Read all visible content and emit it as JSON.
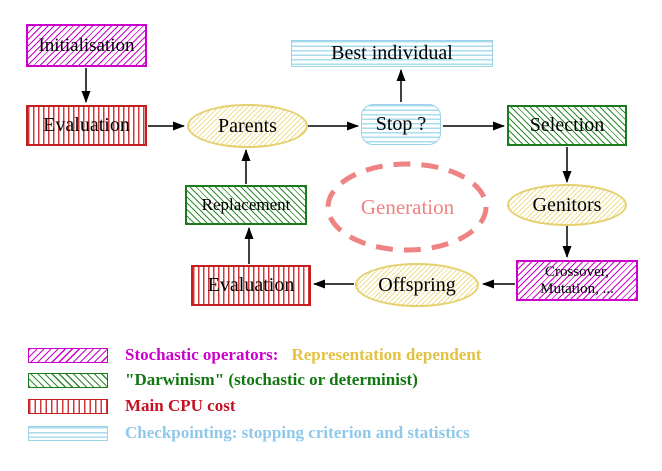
{
  "diagram": {
    "title_semantic": "Evolutionary algorithm generation loop",
    "nodes": {
      "initialisation": {
        "label": "Initialisation",
        "style": "magenta-diagonal-hatch"
      },
      "evaluation_top": {
        "label": "Evaluation",
        "style": "red-vertical-lines"
      },
      "parents": {
        "label": "Parents",
        "style": "yellow-diagonal-hatch-ellipse"
      },
      "best_individual": {
        "label": "Best individual",
        "style": "cyan-horizontal-lines"
      },
      "stop": {
        "label": "Stop ?",
        "style": "cyan-horizontal-lines-rounded"
      },
      "selection": {
        "label": "Selection",
        "style": "green-diagonal-hatch"
      },
      "replacement": {
        "label": "Replacement",
        "style": "green-diagonal-hatch"
      },
      "generation": {
        "label": "Generation",
        "style": "salmon-dashed-ellipse"
      },
      "genitors": {
        "label": "Genitors",
        "style": "yellow-diagonal-hatch-ellipse"
      },
      "crossover_mutation": {
        "line1": "Crossover,",
        "line2": "Mutation, ...",
        "style": "magenta-diagonal-hatch"
      },
      "evaluation_bottom": {
        "label": "Evaluation",
        "style": "red-vertical-lines"
      },
      "offspring": {
        "label": "Offspring",
        "style": "yellow-diagonal-hatch-ellipse"
      }
    },
    "edges": [
      "initialisation->evaluation_top",
      "evaluation_top->parents",
      "parents->stop",
      "stop->best_individual",
      "stop->selection",
      "selection->genitors",
      "genitors->crossover_mutation",
      "crossover_mutation->offspring",
      "offspring->evaluation_bottom",
      "evaluation_bottom->replacement",
      "replacement->parents"
    ],
    "legend": [
      {
        "swatch": "magenta-diagonal-hatch",
        "text": "Stochastic operators:",
        "text2": "Representation dependent"
      },
      {
        "swatch": "green-diagonal-hatch",
        "text": "\"Darwinism\" (stochastic or determinist)"
      },
      {
        "swatch": "red-vertical-lines",
        "text": "Main CPU cost"
      },
      {
        "swatch": "cyan-horizontal-lines",
        "text": "Checkpointing: stopping criterion and statistics"
      }
    ],
    "colors": {
      "magenta": "#cc00cc",
      "gold": "#e3c243",
      "green": "#1b7a1b",
      "red": "#c41e1e",
      "light_blue": "#9cd2e6",
      "khaki_border": "#e5d06e",
      "khaki_fill": "#eddf92",
      "salmon": "#f08080",
      "arrow": "#000000"
    }
  }
}
